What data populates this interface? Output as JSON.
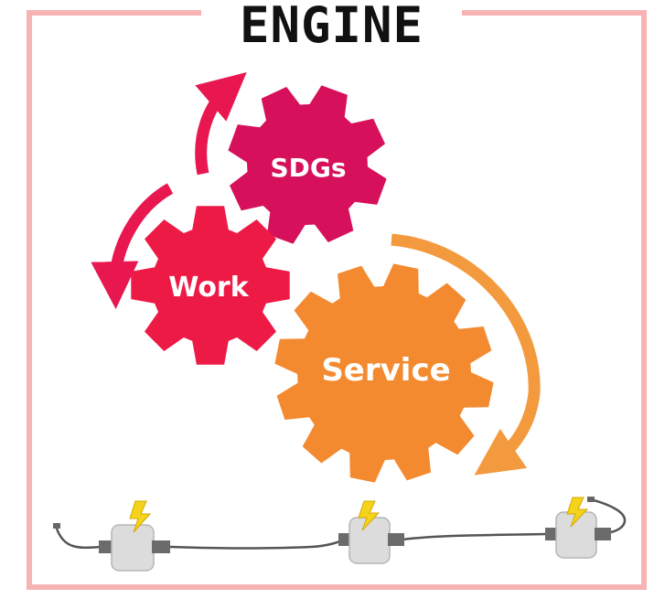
{
  "title": "ENGINE",
  "gears": {
    "sdgs": {
      "label": "SDGs",
      "color": "#d6105a"
    },
    "work": {
      "label": "Work",
      "color": "#ee1a46"
    },
    "service": {
      "label": "Service",
      "color": "#f48a30"
    }
  },
  "colors": {
    "frame": "#f7b3b3",
    "arrow_red": "#e8174f",
    "arrow_orange": "#f49a3e",
    "motor_body": "#dcdcdc",
    "motor_cap": "#6b6b6b",
    "wire": "#555555",
    "bolt": "#f5d31a"
  },
  "icons": [
    "gear-icon",
    "rotation-arrow-icon",
    "motor-icon",
    "lightning-bolt-icon"
  ]
}
